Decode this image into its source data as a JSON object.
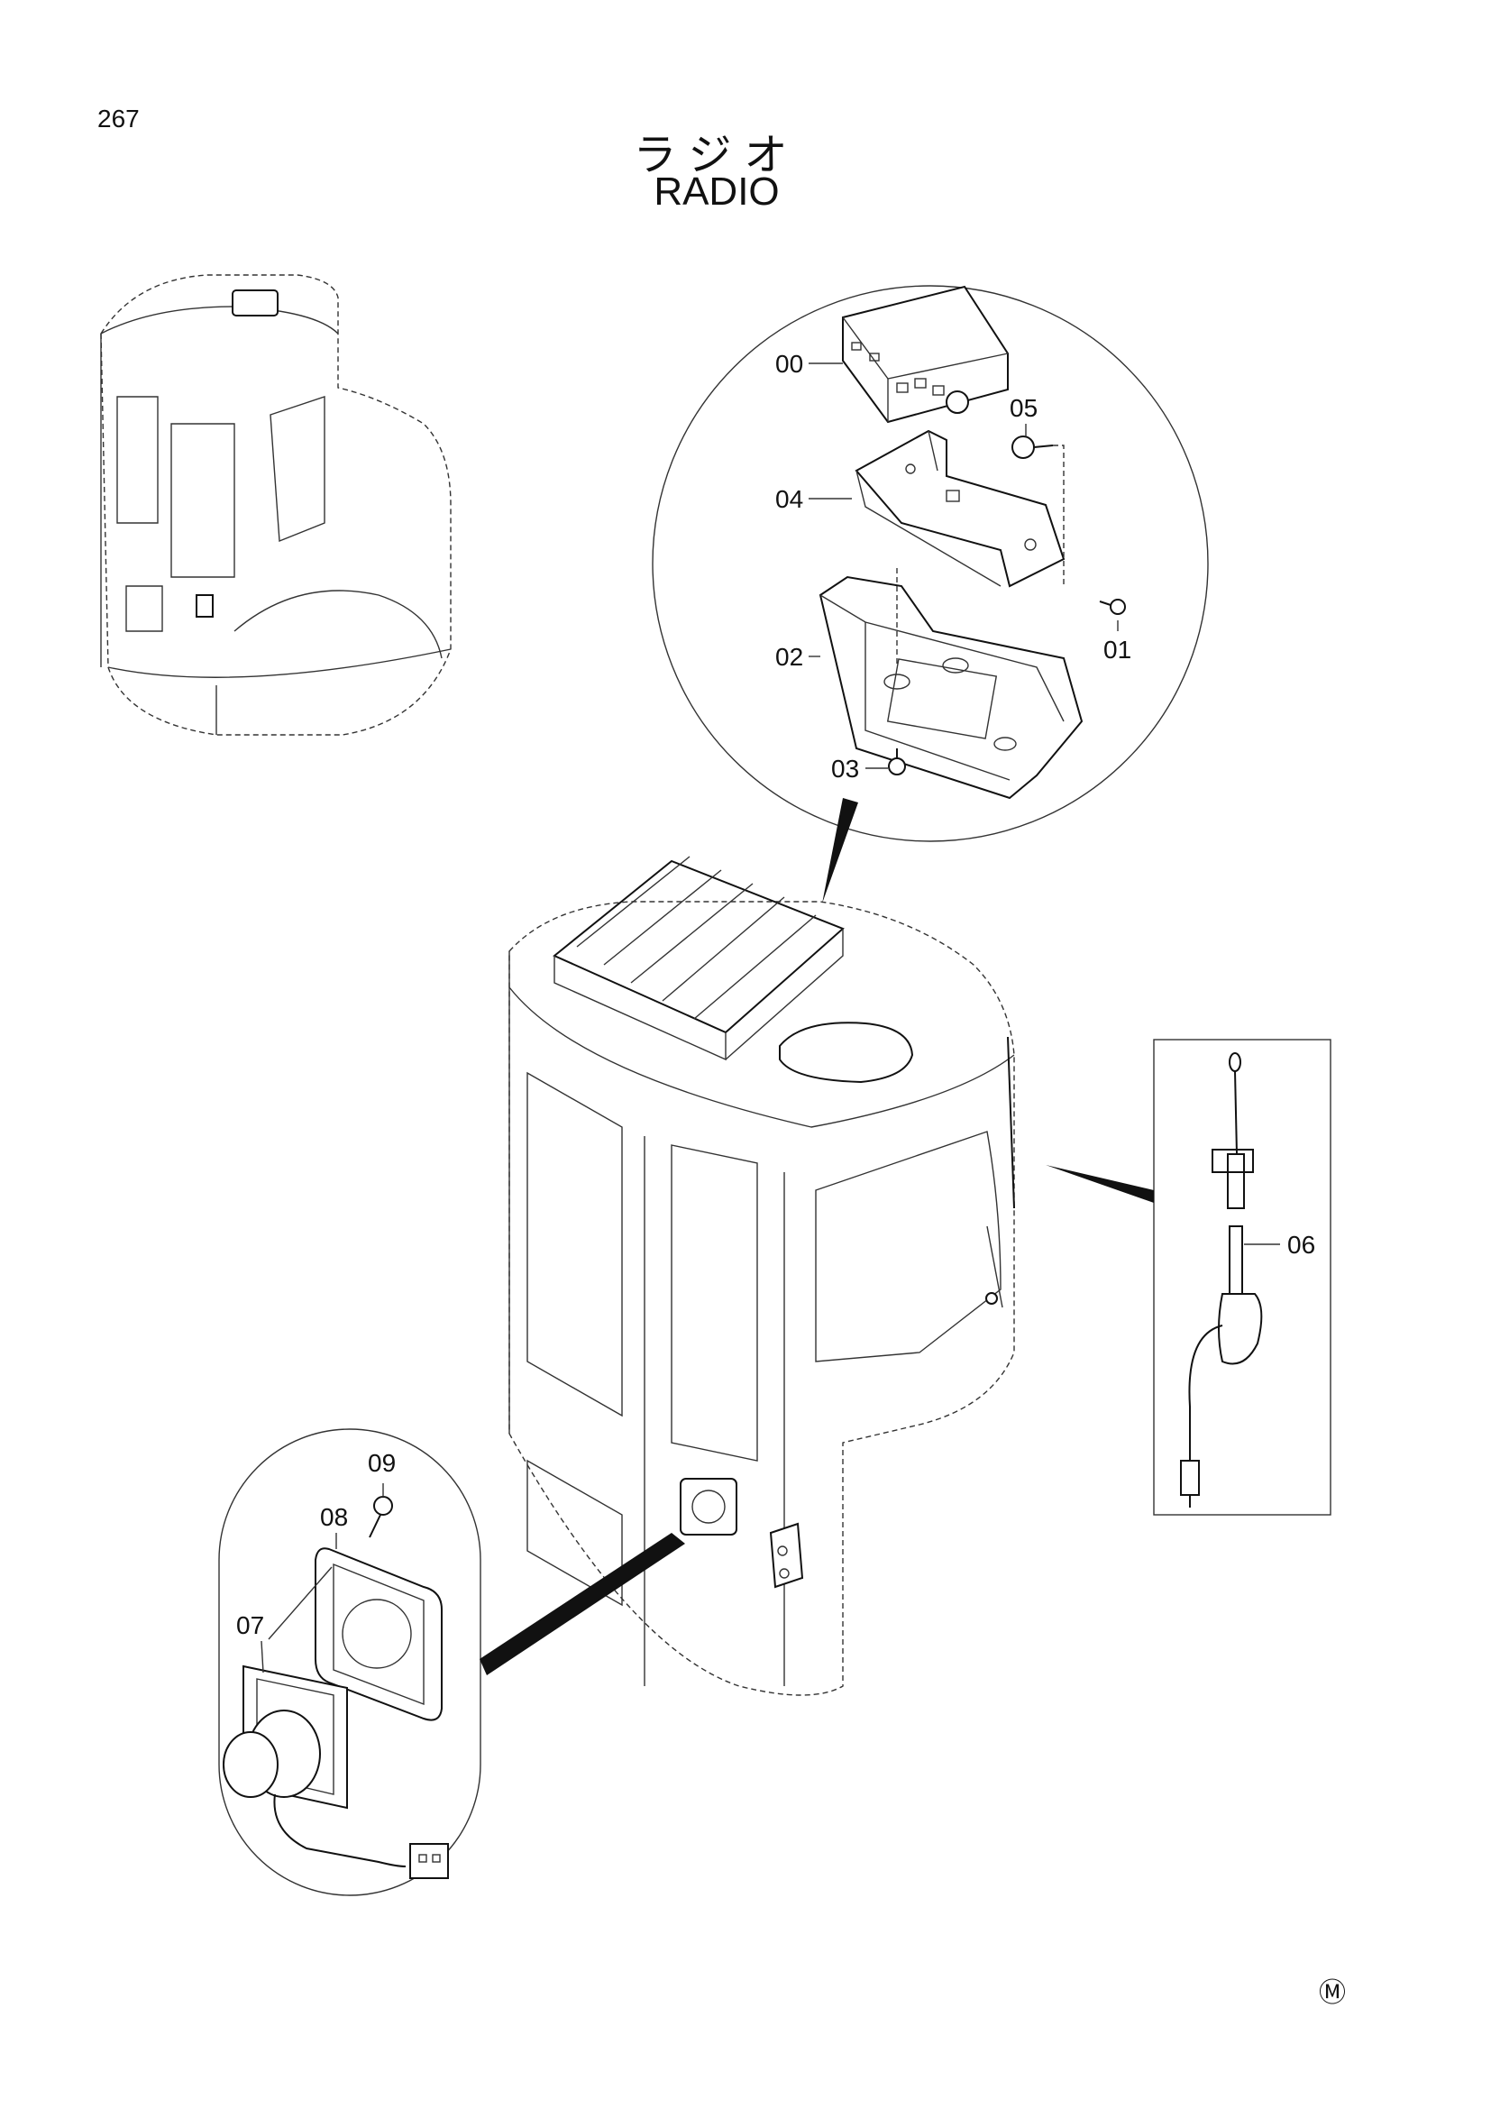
{
  "page": {
    "number": "267"
  },
  "title": {
    "japanese": "ラジオ",
    "english": "RADIO"
  },
  "callouts": {
    "c00": "00",
    "c01": "01",
    "c02": "02",
    "c03": "03",
    "c04": "04",
    "c05": "05",
    "c06": "06",
    "c07": "07",
    "c08": "08",
    "c09": "09"
  },
  "mark": "Ⓜ"
}
